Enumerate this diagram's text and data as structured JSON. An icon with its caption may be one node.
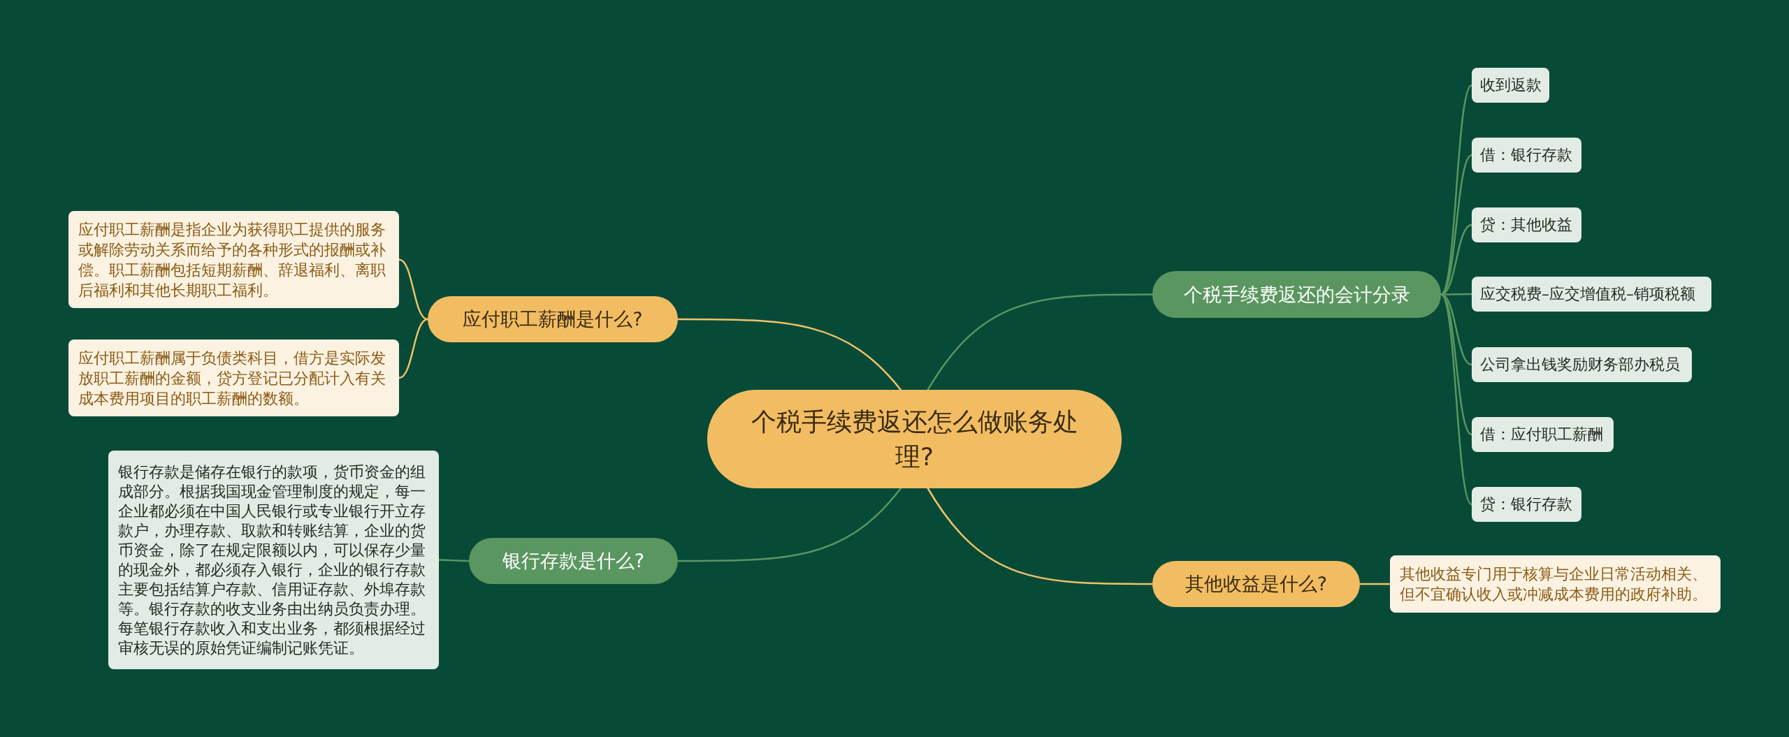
{
  "diagram": {
    "nodes": [
      {
        "text": [
          "个税手续费返还怎么做账务处理?"
        ]
      },
      {
        "text": [
          "应付职工薪酬是什么?"
        ]
      },
      {
        "text": [
          "应付职工薪酬是指企业为获得职工提供的服务或解除劳动关系而给予的各种形式的报酬或补偿。职工薪酬包括短期薪酬、辞退福利、离职后福利和其他长期职工福利。"
        ]
      },
      {
        "text": [
          "应付职工薪酬属于负债类科目，借方是实际发放职工薪酬的金额，贷方登记已分配计入有关成本费用项目的职工薪酬的数额。"
        ]
      },
      {
        "text": [
          "银行存款是什么?"
        ]
      },
      {
        "text": [
          "银行存款是储存在银行的款项，货币资金的组成部分。根据我国现金管理制度的规定，每一企业都必须在中国人民银行或专业银行开立存款户，办理存款、取款和转账结算，企业的货币资金，除了在规定限额以内，可以保存少量的现金外，都必须存入银行，企业的银行存款主要包括结算户存款、信用证存款、外埠存款等。银行存款的收支业务由出纳员负责办理。每笔银行存款收入和支出业务，都须根据经过审核无误的原始凭证编制记账凭证。"
        ]
      },
      {
        "text": [
          "个税手续费返还的会计分录"
        ]
      },
      {
        "text": [
          "收到返款"
        ]
      },
      {
        "text": [
          "借：银行存款"
        ]
      },
      {
        "text": [
          "贷：其他收益"
        ]
      },
      {
        "text": [
          "应交税费–应交增值税–销项税额"
        ]
      },
      {
        "text": [
          "公司拿出钱奖励财务部办税员"
        ]
      },
      {
        "text": [
          "借：应付职工薪酬"
        ]
      },
      {
        "text": [
          "贷：银行存款"
        ]
      },
      {
        "text": [
          "其他收益是什么?"
        ]
      },
      {
        "text": [
          "其他收益专门用于核算与企业日常活动相关、但不宜确认收入或冲减成本费用的政府补助。"
        ]
      }
    ],
    "edges": [
      {
        "from": 0,
        "to": 1,
        "arrow": "none",
        "color": "#f0c467"
      },
      {
        "from": 1,
        "to": 2,
        "arrow": "none",
        "color": "#f0c467"
      },
      {
        "from": 1,
        "to": 3,
        "arrow": "none",
        "color": "#f0c467"
      },
      {
        "from": 0,
        "to": 4,
        "arrow": "none"
      },
      {
        "from": 4,
        "to": 5,
        "arrow": "none"
      },
      {
        "from": 0,
        "to": 6,
        "arrow": "none"
      },
      {
        "from": 6,
        "to": 7,
        "arrow": "none"
      },
      {
        "from": 6,
        "to": 8,
        "arrow": "none"
      },
      {
        "from": 6,
        "to": 9,
        "arrow": "none"
      },
      {
        "from": 6,
        "to": 10,
        "arrow": "none"
      },
      {
        "from": 6,
        "to": 11,
        "arrow": "none"
      },
      {
        "from": 6,
        "to": 12,
        "arrow": "none"
      },
      {
        "from": 6,
        "to": 13,
        "arrow": "none"
      },
      {
        "from": 0,
        "to": 14,
        "arrow": "none",
        "color": "#f0c467"
      },
      {
        "from": 14,
        "to": 15,
        "arrow": "none",
        "color": "#f0c467"
      }
    ]
  }
}
